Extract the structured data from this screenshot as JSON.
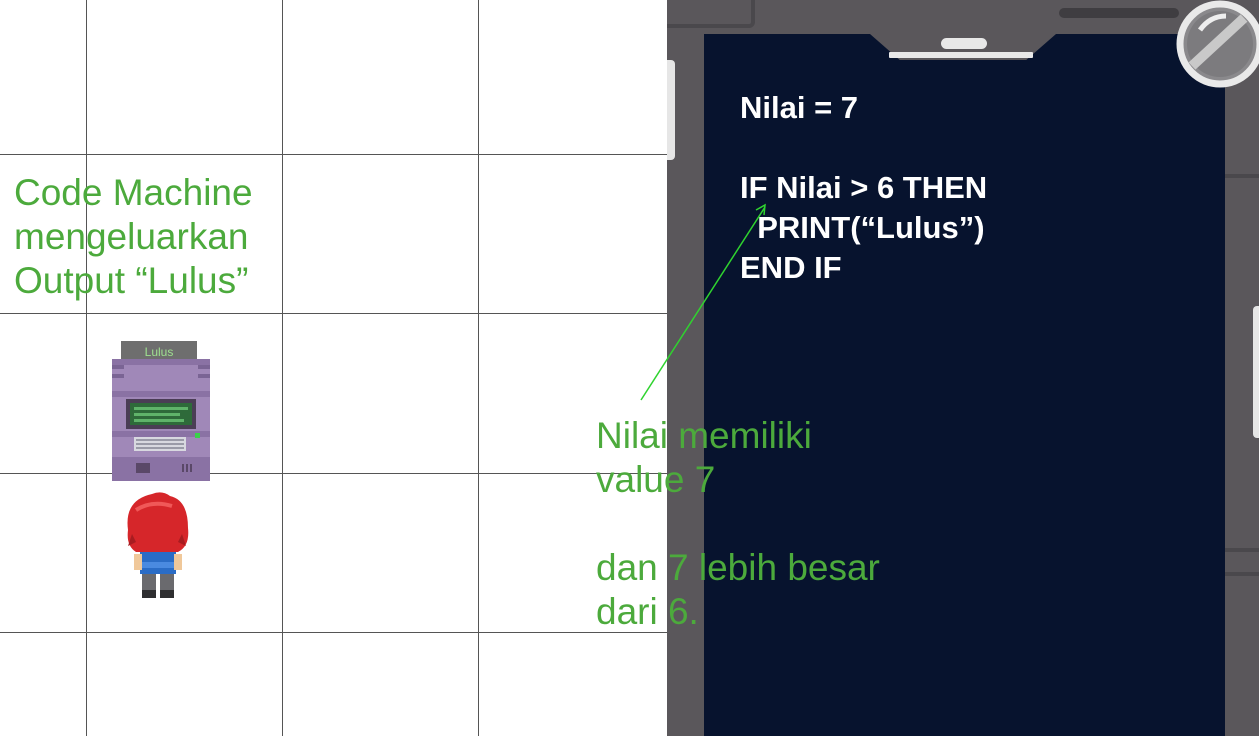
{
  "code_panel": {
    "lines": [
      "Nilai = 7",
      "",
      "IF Nilai > 6 THEN",
      "  PRINT(“Lulus”)",
      "END IF"
    ]
  },
  "annotations": {
    "left": [
      "Code Machine",
      "mengeluarkan",
      "Output “Lulus”"
    ],
    "right": [
      "Nilai memiliki",
      "value 7",
      "",
      "dan 7 lebih besar",
      "dari 6."
    ],
    "color": "#4caa3c"
  },
  "machine": {
    "output_label": "Lulus"
  },
  "colors": {
    "screen": "#07132e",
    "frame": "#5a575b",
    "machine_body": "#a088b8",
    "player_hair": "#d6262a",
    "arrow": "#2fd32f"
  }
}
